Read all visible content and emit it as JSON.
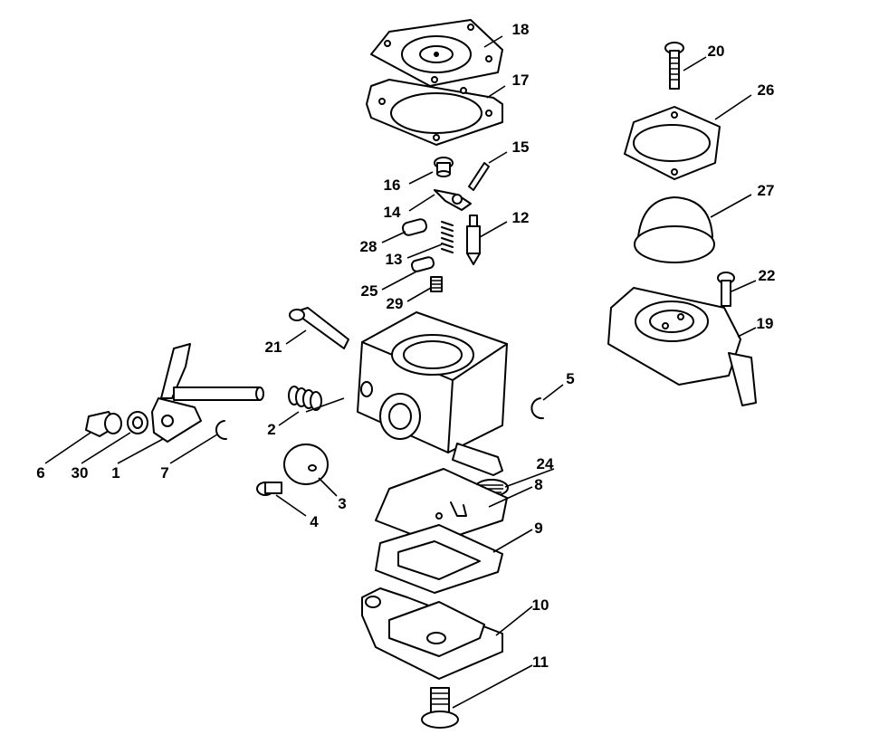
{
  "diagram": {
    "type": "exploded parts diagram",
    "callouts": [
      {
        "id": "18",
        "label": "18"
      },
      {
        "id": "17",
        "label": "17"
      },
      {
        "id": "15",
        "label": "15"
      },
      {
        "id": "16",
        "label": "16"
      },
      {
        "id": "14",
        "label": "14"
      },
      {
        "id": "12",
        "label": "12"
      },
      {
        "id": "28",
        "label": "28"
      },
      {
        "id": "13",
        "label": "13"
      },
      {
        "id": "25",
        "label": "25"
      },
      {
        "id": "29",
        "label": "29"
      },
      {
        "id": "21",
        "label": "21"
      },
      {
        "id": "2",
        "label": "2"
      },
      {
        "id": "5",
        "label": "5"
      },
      {
        "id": "6",
        "label": "6"
      },
      {
        "id": "30",
        "label": "30"
      },
      {
        "id": "1",
        "label": "1"
      },
      {
        "id": "7",
        "label": "7"
      },
      {
        "id": "3",
        "label": "3"
      },
      {
        "id": "4",
        "label": "4"
      },
      {
        "id": "24",
        "label": "24"
      },
      {
        "id": "8",
        "label": "8"
      },
      {
        "id": "9",
        "label": "9"
      },
      {
        "id": "10",
        "label": "10"
      },
      {
        "id": "11",
        "label": "11"
      },
      {
        "id": "20",
        "label": "20"
      },
      {
        "id": "26",
        "label": "26"
      },
      {
        "id": "27",
        "label": "27"
      },
      {
        "id": "22",
        "label": "22"
      },
      {
        "id": "19",
        "label": "19"
      }
    ]
  }
}
